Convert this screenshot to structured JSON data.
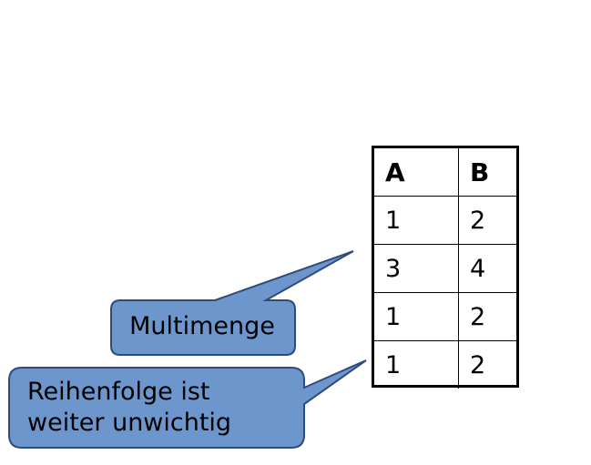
{
  "table": {
    "headers": [
      "A",
      "B"
    ],
    "rows": [
      [
        "1",
        "2"
      ],
      [
        "3",
        "4"
      ],
      [
        "1",
        "2"
      ],
      [
        "1",
        "2"
      ]
    ]
  },
  "callouts": {
    "multiset": "Multimenge",
    "order_line1": "Reihenfolge ist",
    "order_line2": "weiter unwichtig"
  },
  "colors": {
    "callout_fill": "#6d96cd",
    "callout_stroke": "#2f4b7a",
    "table_border": "#000000"
  }
}
